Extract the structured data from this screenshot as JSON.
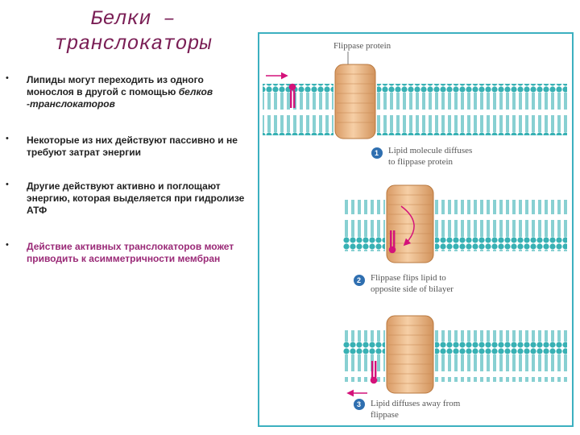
{
  "slide": {
    "title_line1": "Белки –",
    "title_line2": "транслокаторы"
  },
  "bullets": [
    {
      "text": "Липиды могут переходить из одного монослоя в другой с помощью ",
      "em": "белков -транслокаторов",
      "accent": false
    },
    {
      "text": "Некоторые из них действуют пассивно и не требуют затрат энергии",
      "em": "",
      "accent": false
    },
    {
      "text": "Другие действуют активно и поглощают энергию, которая выделяется при гидролизе АТФ",
      "em": "",
      "accent": false
    },
    {
      "text": "Действие активных транслокаторов может приводить к асимметричности мембран",
      "em": "",
      "accent": true
    }
  ],
  "figure": {
    "protein_label": "Flippase protein",
    "steps": [
      {
        "num": "1",
        "line1": "Lipid molecule diffuses",
        "line2": "to flippase protein"
      },
      {
        "num": "2",
        "line1": "Flippase flips lipid to",
        "line2": "opposite side of bilayer"
      },
      {
        "num": "3",
        "line1": "Lipid diffuses away from",
        "line2": "flippase"
      }
    ],
    "colors": {
      "membrane": "#37b1b4",
      "protein": "#e9b07e",
      "lipid": "#d4127a",
      "border": "#3cb0c0"
    }
  }
}
